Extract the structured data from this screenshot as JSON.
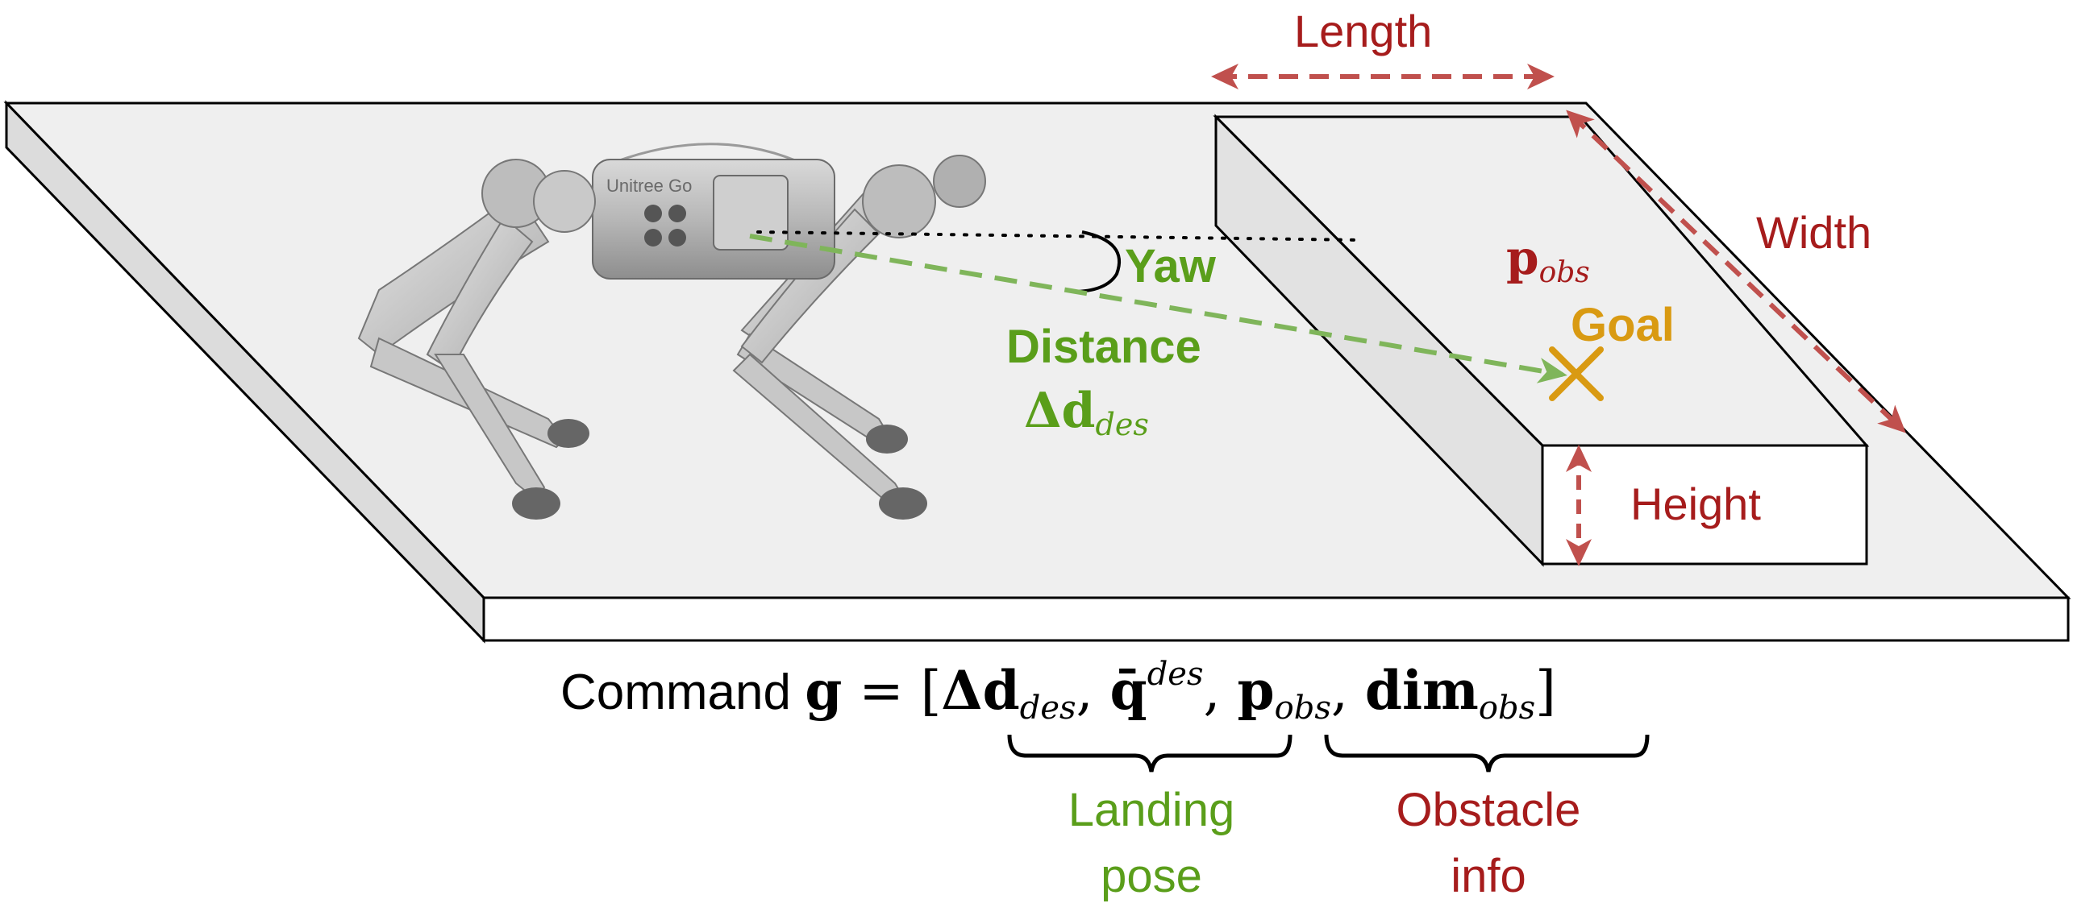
{
  "labels": {
    "length": "Length",
    "width": "Width",
    "height": "Height",
    "yaw": "Yaw",
    "distance": "Distance",
    "goal": "Goal",
    "p_obs_base": "p",
    "p_obs_sub": "obs",
    "delta_d_base": "Δd",
    "delta_d_sub": "des",
    "robot_brand": "Unitree Go"
  },
  "formula": {
    "prefix": "Command ",
    "g": "g",
    "equals": " = [",
    "delta_d": "Δd",
    "des1": "des",
    "comma1": ", ",
    "q": "q̄",
    "des2": "des",
    "comma2": ", ",
    "p": "p",
    "obs1": "obs",
    "comma3": ", ",
    "dim": "dim",
    "obs2": "obs",
    "close": "]"
  },
  "groups": {
    "landing_line1": "Landing",
    "landing_line2": "pose",
    "obstacle_line1": "Obstacle",
    "obstacle_line2": "info"
  },
  "colors": {
    "dimension_red": "#a61c1c",
    "arrow_red": "#c0504d",
    "green": "#5a9e1a",
    "green_dash": "#7fb55a",
    "goal_orange": "#d99a12",
    "platform_top": "#efefef",
    "black": "#000000"
  }
}
